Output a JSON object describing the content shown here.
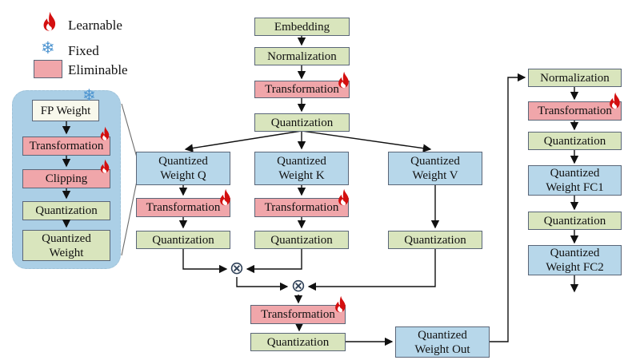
{
  "labels": {
    "embedding": "Embedding",
    "normalization": "Normalization",
    "transformation": "Transformation",
    "quantization": "Quantization",
    "fp_weight": "FP Weight",
    "clipping": "Clipping",
    "quantized_weight": "Quantized Weight",
    "weight_q": "Quantized Weight Q",
    "weight_k": "Quantized Weight K",
    "weight_v": "Quantized Weight V",
    "weight_out": "Quantized Weight Out",
    "weight_fc1": "Quantized Weight FC1",
    "weight_fc2": "Quantized Weight FC2"
  },
  "legend": {
    "learnable": "Learnable",
    "fixed": "Fixed",
    "eliminable": "Eliminable"
  },
  "symbols": {
    "matmul": "⊗",
    "snowflake": "❄"
  },
  "colors": {
    "green_fill": "#d9e5bd",
    "blue_fill": "#b7d7ea",
    "pink_fill": "#f0a6aa",
    "cream_fill": "#f8f8ec",
    "panel_fill": "#abcfe6",
    "box_border": "#5a6678",
    "flame_red": "#d40f0f",
    "snowflake_blue": "#4d94d0",
    "wire_black": "#111111"
  }
}
